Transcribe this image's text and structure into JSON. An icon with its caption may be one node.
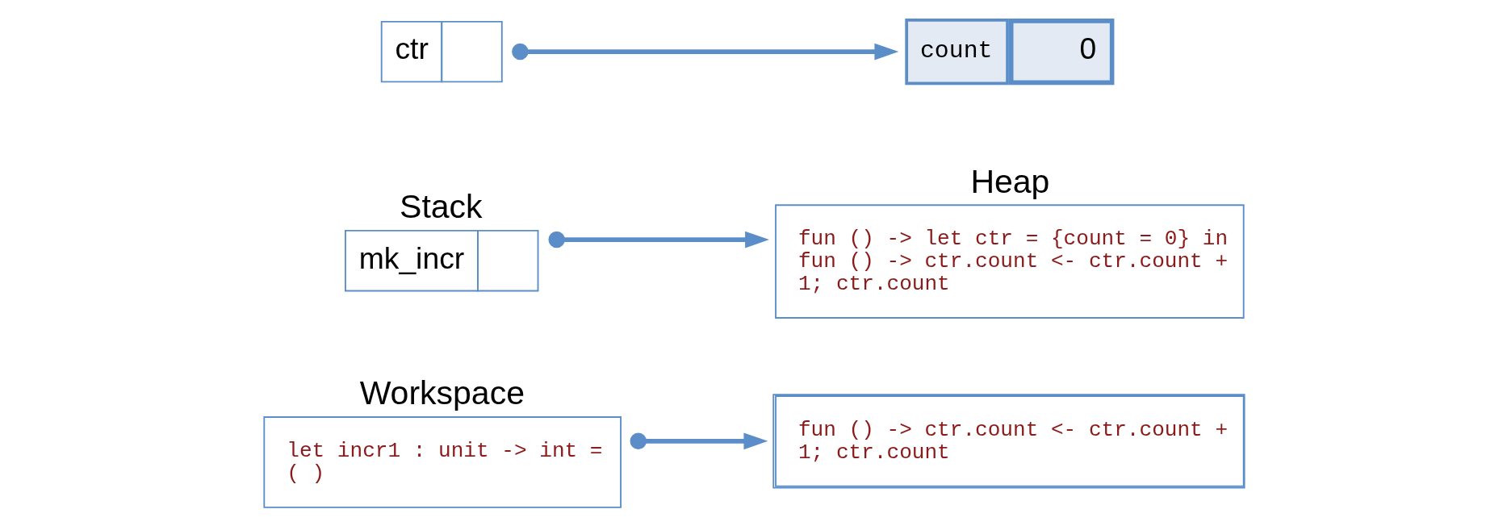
{
  "diagram": {
    "nodes": [
      {
        "text": [
          "Workspace",
          "let incr1 : unit -> int = ( )"
        ]
      },
      {
        "text": [
          "Stack",
          "mk_incr"
        ]
      },
      {
        "text": [
          "Heap",
          "fun () -> let ctr = {count = 0} in fun () -> ctr.count <- ctr.count + 1; ctr.count"
        ]
      },
      {
        "text": [
          "count",
          "0"
        ]
      },
      {
        "text": [
          "ctr"
        ]
      },
      {
        "text": [
          "fun () -> ctr.count <- ctr.count + 1; ctr.count"
        ]
      }
    ],
    "edges": [
      {
        "from": 1,
        "to": 2,
        "arrow": "to"
      },
      {
        "from": 4,
        "to": 3,
        "arrow": "to"
      },
      {
        "from": 0,
        "to": 5,
        "arrow": "to"
      }
    ]
  }
}
